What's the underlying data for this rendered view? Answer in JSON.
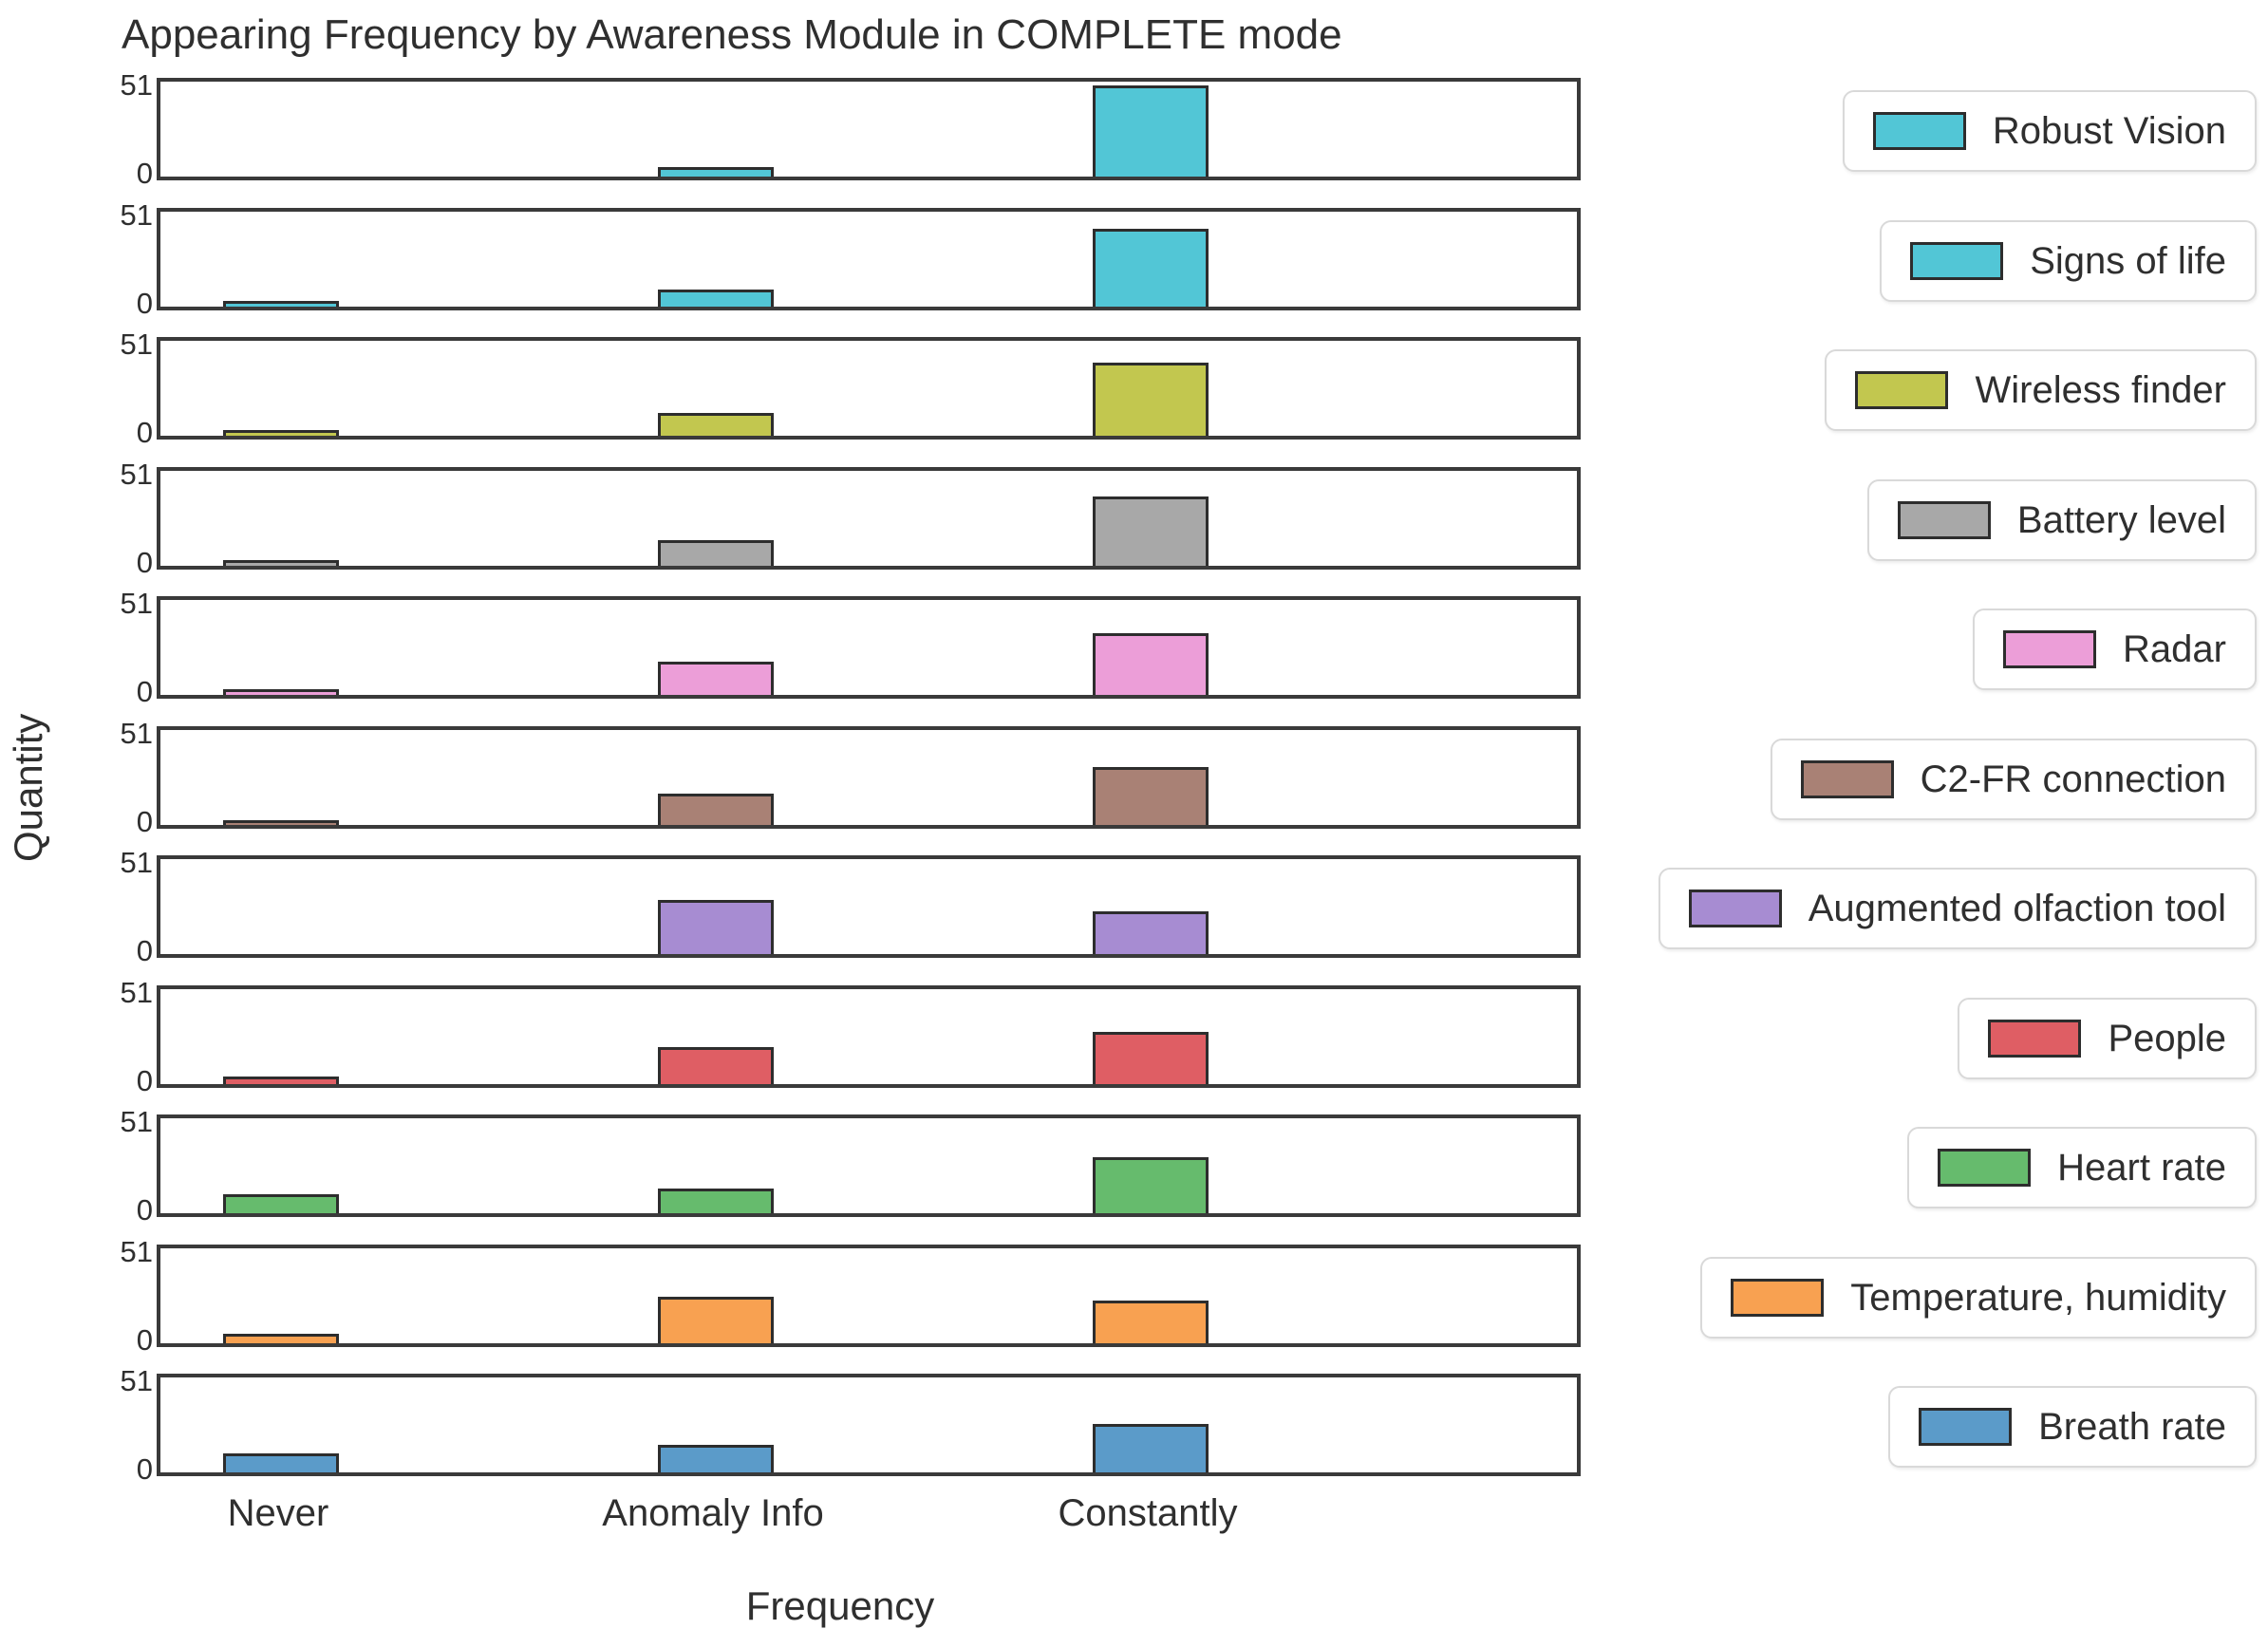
{
  "chart_data": {
    "type": "bar",
    "title": "Appearing Frequency by Awareness Module in COMPLETE mode",
    "xlabel": "Frequency",
    "ylabel": "Quantity",
    "categories": [
      "Never",
      "Anomaly Info",
      "Constantly"
    ],
    "ylim": [
      0,
      51
    ],
    "ytick_labels": [
      "51",
      "0"
    ],
    "grid": false,
    "legend_position": "right",
    "layout": "11 vertically stacked subplots, one per awareness module, shared x axis",
    "subplots": [
      {
        "name": "Robust Vision",
        "color": "#52c6d6",
        "values": [
          0,
          4,
          48
        ]
      },
      {
        "name": "Signs of life",
        "color": "#52c6d6",
        "values": [
          2,
          8,
          41
        ]
      },
      {
        "name": "Wireless finder",
        "color": "#c2c74f",
        "values": [
          2,
          11,
          38
        ]
      },
      {
        "name": "Battery level",
        "color": "#a8a8a8",
        "values": [
          2,
          13,
          36
        ]
      },
      {
        "name": "Radar",
        "color": "#ec9ed8",
        "values": [
          2,
          17,
          32
        ]
      },
      {
        "name": "C2-FR connection",
        "color": "#a98175",
        "values": [
          1,
          16,
          30
        ]
      },
      {
        "name": "Augmented olfaction tool",
        "color": "#a78cd2",
        "values": [
          0,
          28,
          22
        ]
      },
      {
        "name": "People",
        "color": "#df5e64",
        "values": [
          3,
          19,
          27
        ]
      },
      {
        "name": "Heart rate",
        "color": "#66bb6d",
        "values": [
          9,
          12,
          29
        ]
      },
      {
        "name": "Temperature, humidity",
        "color": "#f8a151",
        "values": [
          4,
          24,
          22
        ]
      },
      {
        "name": "Breath rate",
        "color": "#5b9bc9",
        "values": [
          9,
          14,
          25
        ]
      }
    ],
    "edge_color": "#2d2d2d",
    "frame_color": "#3a3a3a"
  }
}
